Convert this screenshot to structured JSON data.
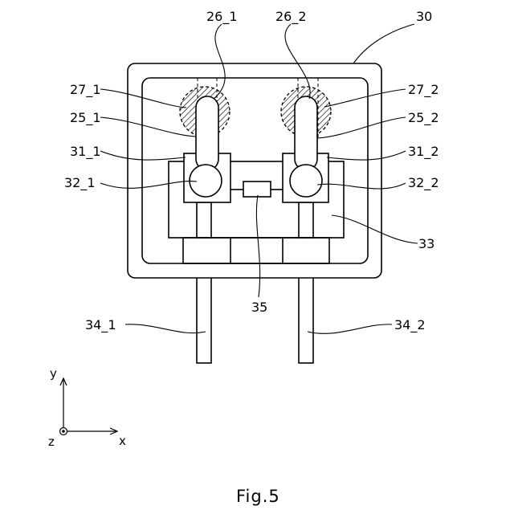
{
  "figure": {
    "caption": "Fig.5",
    "labels": {
      "l30": "30",
      "l26_1": "26_1",
      "l26_2": "26_2",
      "l27_1": "27_1",
      "l27_2": "27_2",
      "l25_1": "25_1",
      "l25_2": "25_2",
      "l31_1": "31_1",
      "l31_2": "31_2",
      "l32_1": "32_1",
      "l32_2": "32_2",
      "l33": "33",
      "l35": "35",
      "l34_1": "34_1",
      "l34_2": "34_2"
    },
    "axes": {
      "x": "x",
      "y": "y",
      "z": "z"
    }
  }
}
